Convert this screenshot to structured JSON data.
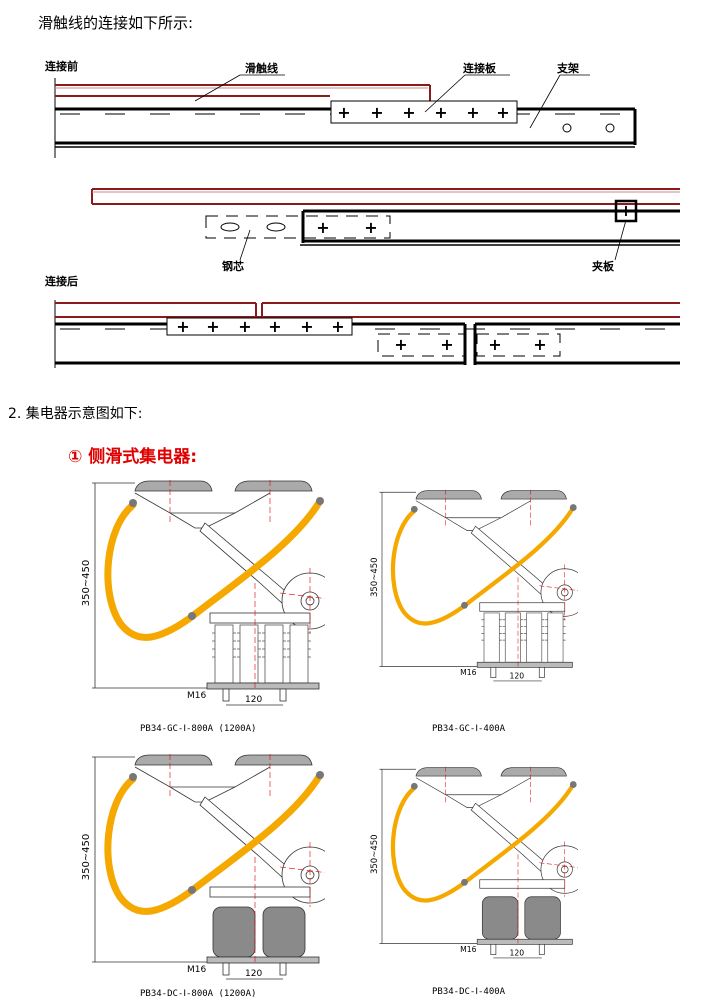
{
  "intro": "滑触线的连接如下所示:",
  "connection": {
    "before_label": "连接前",
    "after_label": "连接后",
    "callouts": {
      "wire": "滑触线",
      "plate": "连接板",
      "bracket": "支架",
      "steel_core": "钢芯",
      "clamp": "夹板"
    }
  },
  "section2": {
    "heading": "2.  集电器示意图如下:",
    "subheading": "① 侧滑式集电器:"
  },
  "collectors": [
    {
      "caption": "PB34-GC-Ⅰ-800A (1200A)",
      "height_dim": "350~450",
      "bolt": "M16",
      "spacing": "120"
    },
    {
      "caption": "PB34-GC-Ⅰ-400A",
      "height_dim": "350~450",
      "bolt": "M16",
      "spacing": "120"
    },
    {
      "caption": "PB34-DC-Ⅰ-800A (1200A)",
      "height_dim": "350~450",
      "bolt": "M16",
      "spacing": "120"
    },
    {
      "caption": "PB34-DC-Ⅰ-400A",
      "height_dim": "350~450",
      "bolt": "M16",
      "spacing": "120"
    }
  ],
  "colors": {
    "wire": "#8b1a1a",
    "heading_red": "#e00000",
    "cable": "#f5a800"
  }
}
